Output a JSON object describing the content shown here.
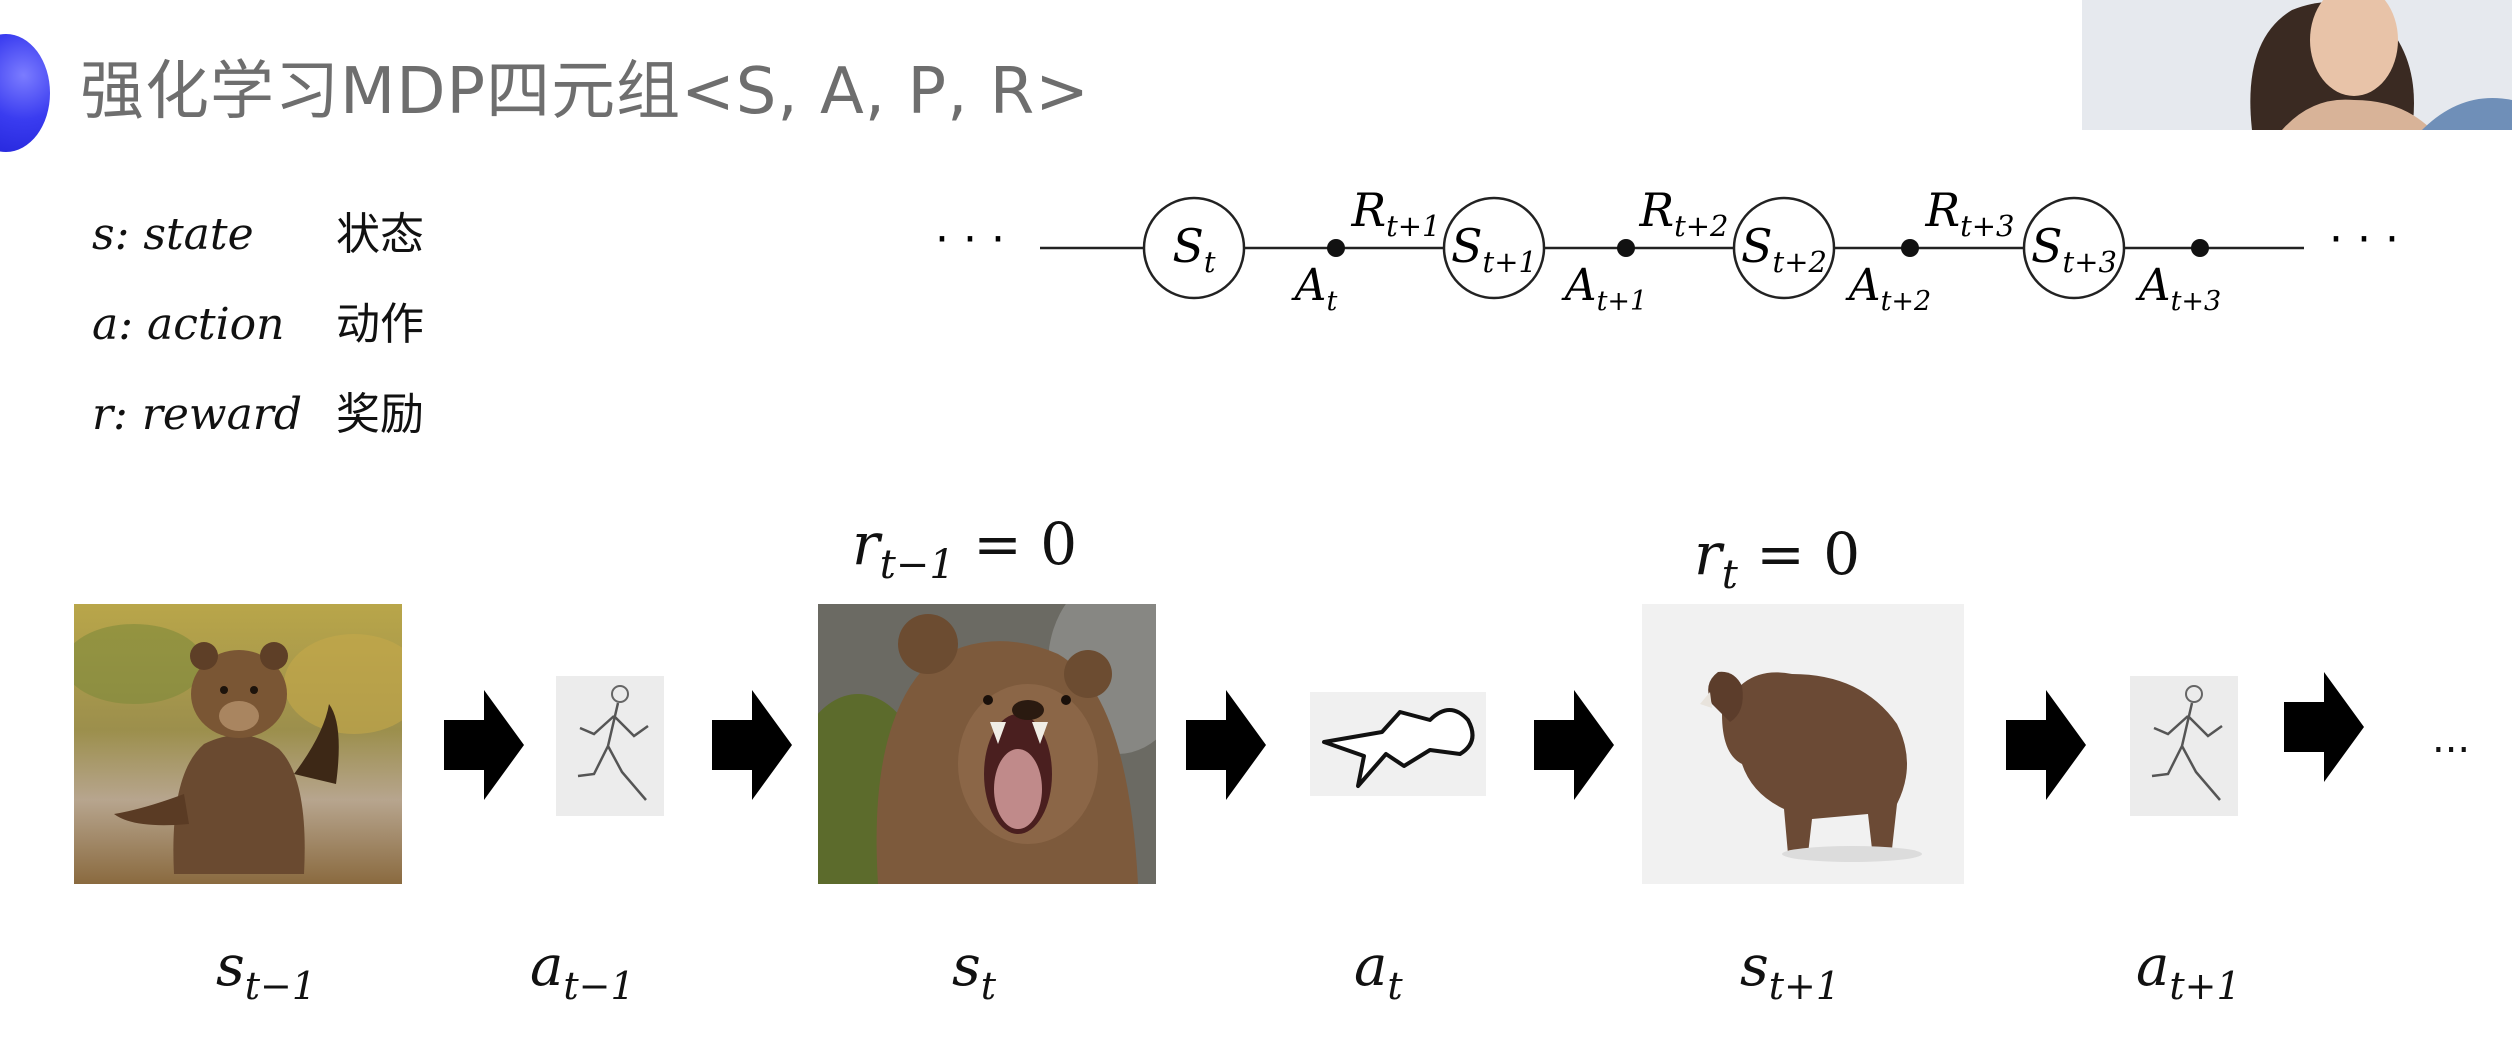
{
  "title": "强化学习MDP四元组<S, A, P, R>",
  "definitions": [
    {
      "symbol": "s: state",
      "meaning": "状态"
    },
    {
      "symbol": "a: action",
      "meaning": "动作"
    },
    {
      "symbol": "r: reward",
      "meaning": "奖励"
    }
  ],
  "chain": {
    "leading_ellipsis": "· · ·",
    "trailing_ellipsis": "· · ·",
    "states": [
      {
        "base": "S",
        "sub": "t"
      },
      {
        "base": "S",
        "sub": "t+1"
      },
      {
        "base": "S",
        "sub": "t+2"
      },
      {
        "base": "S",
        "sub": "t+3"
      }
    ],
    "actions": [
      {
        "base": "A",
        "sub": "t"
      },
      {
        "base": "A",
        "sub": "t+1"
      },
      {
        "base": "A",
        "sub": "t+2"
      },
      {
        "base": "A",
        "sub": "t+3"
      }
    ],
    "rewards": [
      {
        "base": "R",
        "sub": "t+1"
      },
      {
        "base": "R",
        "sub": "t+2"
      },
      {
        "base": "R",
        "sub": "t+3"
      }
    ]
  },
  "sequence": {
    "reward_labels": [
      {
        "base": "r",
        "sub": "t−1",
        "eq": " = 0"
      },
      {
        "base": "r",
        "sub": "t",
        "eq": " = 0"
      }
    ],
    "captions": [
      {
        "base": "s",
        "sub": "t−1"
      },
      {
        "base": "a",
        "sub": "t−1"
      },
      {
        "base": "s",
        "sub": "t"
      },
      {
        "base": "a",
        "sub": "t"
      },
      {
        "base": "s",
        "sub": "t+1"
      },
      {
        "base": "a",
        "sub": "t+1"
      }
    ],
    "ellipsis": "..."
  },
  "colors": {
    "title": "#6e6e6e",
    "bullet": "#2f30e6",
    "bear": "#6b4a32",
    "arrow": "#000000"
  }
}
